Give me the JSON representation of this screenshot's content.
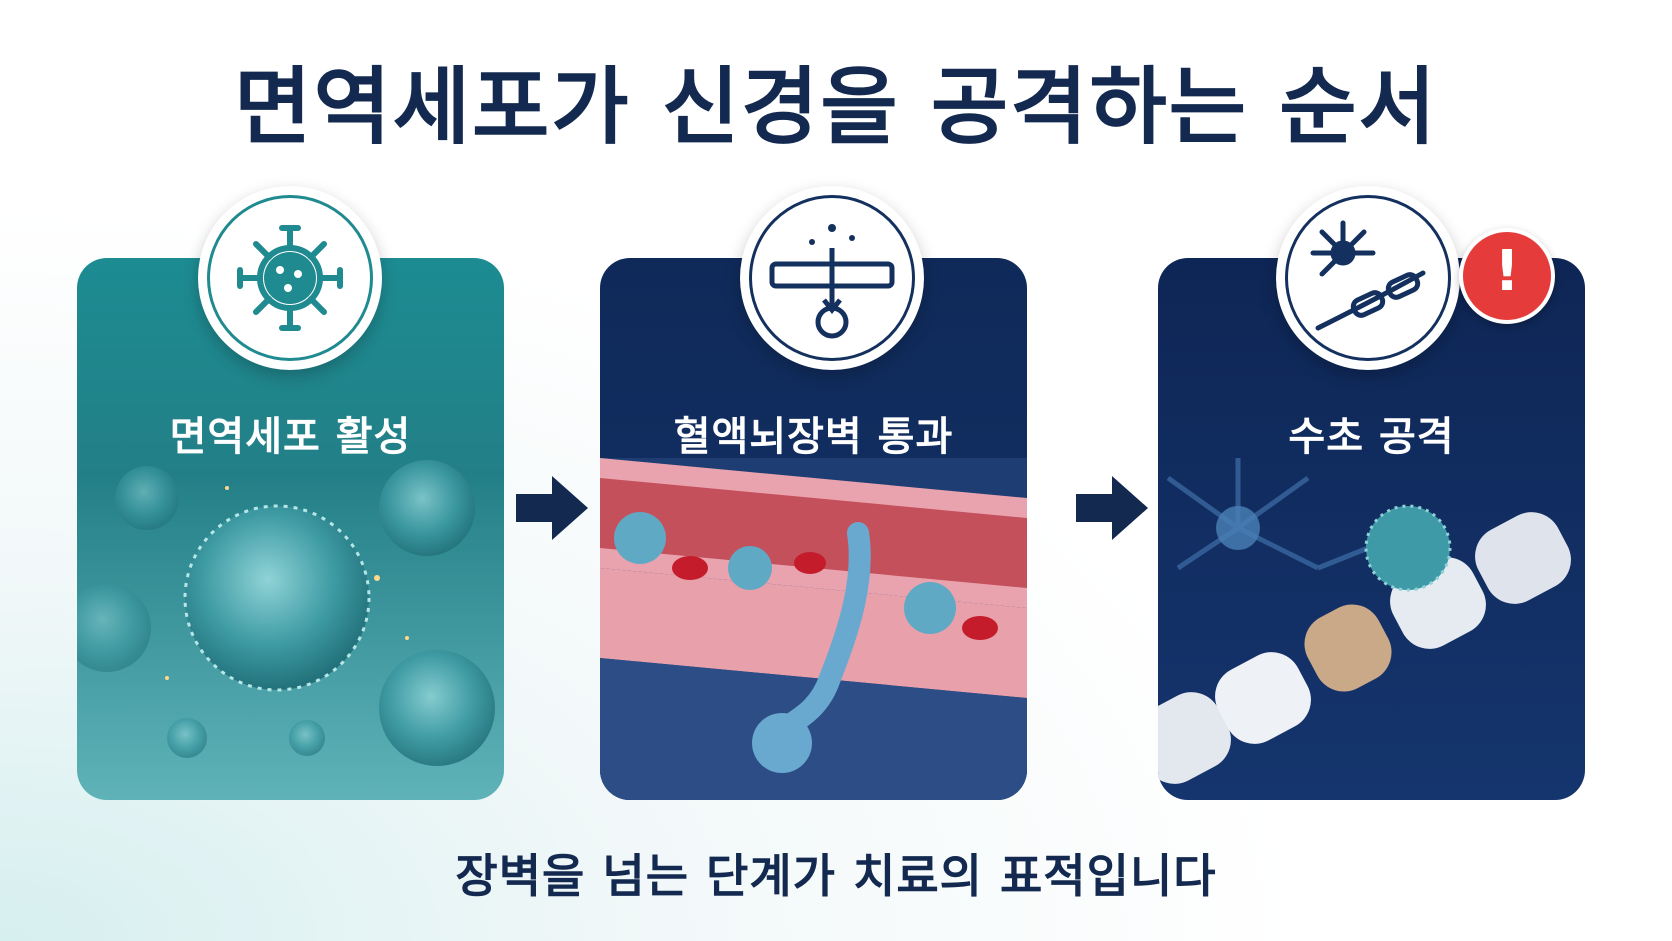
{
  "title": "면역세포가 신경을 공격하는 순서",
  "steps": [
    {
      "label": "면역세포 활성",
      "icon": "immune-cell-icon"
    },
    {
      "label": "혈액뇌장벽 통과",
      "icon": "barrier-crossing-icon"
    },
    {
      "label": "수초 공격",
      "icon": "neuron-myelin-icon"
    }
  ],
  "alert_symbol": "!",
  "caption": "장벽을 넘는 단계가 치료의 표적입니다",
  "colors": {
    "title": "#13294f",
    "step1_card": "#1f8a8f",
    "step2_card": "#12305f",
    "step3_card": "#12305f",
    "alert": "#e63b3b",
    "arrow": "#13294f"
  }
}
